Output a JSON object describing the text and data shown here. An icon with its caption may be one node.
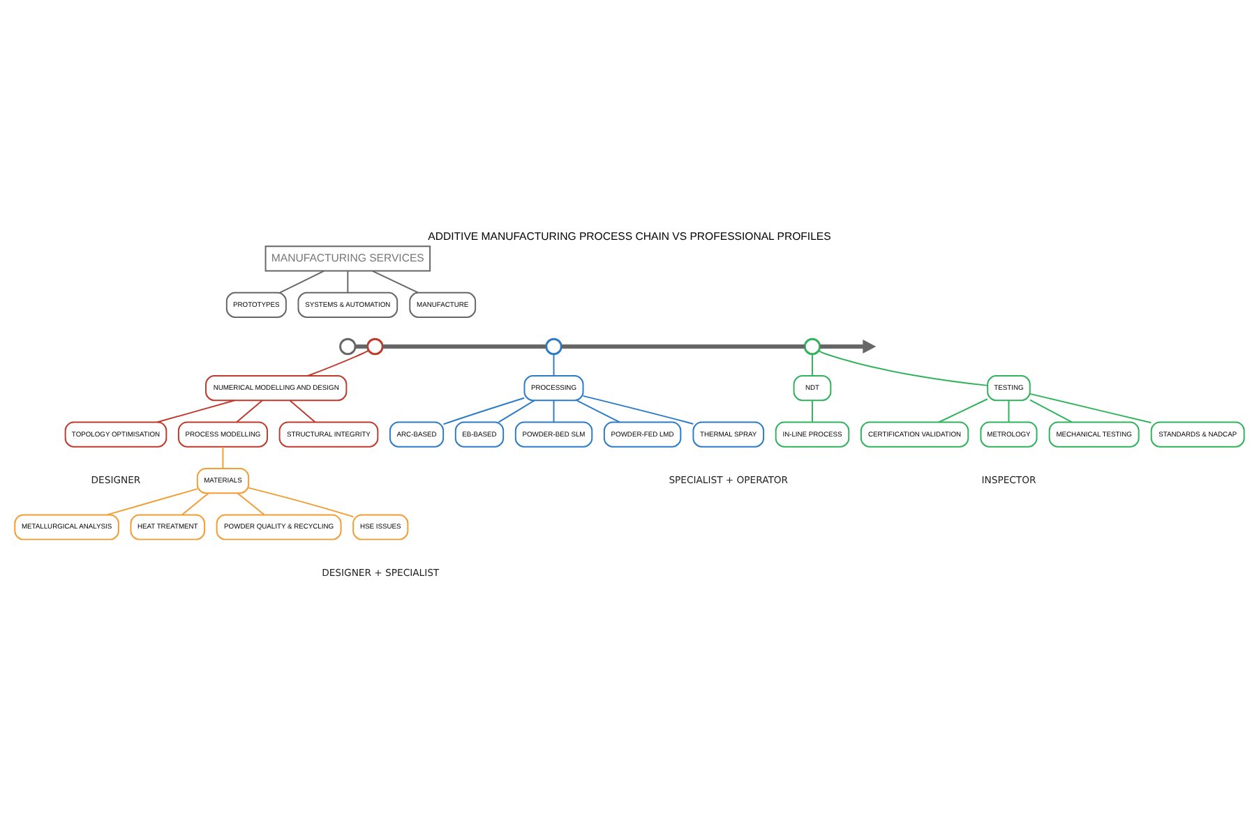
{
  "diagram": {
    "title": "ADDITIVE MANUFACTURING PROCESS CHAIN VS PROFESSIONAL PROFILES",
    "nodes": [
      {
        "text": [
          "MANUFACTURING SERVICES"
        ]
      },
      {
        "text": [
          "PROTOTYPES"
        ]
      },
      {
        "text": [
          "SYSTEMS & AUTOMATION"
        ]
      },
      {
        "text": [
          "MANUFACTURE"
        ]
      },
      {
        "text": [],
        "shape": "circle"
      },
      {
        "text": [],
        "shape": "circle"
      },
      {
        "text": [],
        "shape": "circle"
      },
      {
        "text": [],
        "shape": "circle"
      },
      {
        "text": [
          "NUMERICAL MODELLING AND DESIGN"
        ]
      },
      {
        "text": [
          "TOPOLOGY OPTIMISATION"
        ]
      },
      {
        "text": [
          "PROCESS MODELLING"
        ]
      },
      {
        "text": [
          "STRUCTURAL INTEGRITY"
        ]
      },
      {
        "text": [
          "PROCESSING"
        ]
      },
      {
        "text": [
          "NDT"
        ]
      },
      {
        "text": [
          "TESTING"
        ]
      },
      {
        "text": [
          "IN-LINE PROCESS"
        ]
      },
      {
        "text": [
          "ARC-BASED"
        ]
      },
      {
        "text": [
          "EB-BASED"
        ]
      },
      {
        "text": [
          "POWDER-BED SLM"
        ]
      },
      {
        "text": [
          "POWDER-FED LMD"
        ]
      },
      {
        "text": [
          "THERMAL SPRAY"
        ]
      },
      {
        "text": [
          "CERTIFICATION VALIDATION"
        ]
      },
      {
        "text": [
          "METROLOGY"
        ]
      },
      {
        "text": [
          "MATERIALS"
        ]
      },
      {
        "text": [
          "MECHANICAL TESTING"
        ]
      },
      {
        "text": [
          "STANDARDS & NADCAP"
        ]
      },
      {
        "text": [
          "METALLURGICAL ANALYSIS"
        ]
      },
      {
        "text": [
          "HEAT TREATMENT"
        ]
      },
      {
        "text": [
          "POWDER QUALITY & RECYCLING"
        ]
      },
      {
        "text": [
          "HSE ISSUES"
        ]
      }
    ],
    "edges": [
      {
        "from": 0,
        "to": 1,
        "arrow": "none",
        "color": "#666666"
      },
      {
        "from": 0,
        "to": 2,
        "arrow": "none",
        "color": "#666666"
      },
      {
        "from": 0,
        "to": 3,
        "arrow": "none",
        "color": "#666666"
      },
      {
        "from": 4,
        "to": 5,
        "arrow": "none",
        "style": "thick",
        "color": "#666666"
      },
      {
        "from": 5,
        "to": 6,
        "arrow": "none",
        "style": "thick",
        "color": "#666666"
      },
      {
        "from": 6,
        "to": 7,
        "arrow": "none",
        "style": "thick",
        "color": "#666666"
      },
      {
        "from": 7,
        "to": null,
        "arrow": "to",
        "style": "thick",
        "color": "#666666"
      },
      {
        "from": 5,
        "to": 8,
        "arrow": "none",
        "color": "#c0392b"
      },
      {
        "from": 8,
        "to": 9,
        "arrow": "none",
        "color": "#c0392b"
      },
      {
        "from": 8,
        "to": 10,
        "arrow": "none",
        "color": "#c0392b"
      },
      {
        "from": 8,
        "to": 11,
        "arrow": "none",
        "color": "#c0392b"
      },
      {
        "from": 10,
        "to": 23,
        "arrow": "none",
        "color": "#f39c32"
      },
      {
        "from": 23,
        "to": 26,
        "arrow": "none",
        "color": "#f39c32"
      },
      {
        "from": 23,
        "to": 27,
        "arrow": "none",
        "color": "#f39c32"
      },
      {
        "from": 23,
        "to": 28,
        "arrow": "none",
        "color": "#f39c32"
      },
      {
        "from": 23,
        "to": 29,
        "arrow": "none",
        "color": "#f39c32"
      },
      {
        "from": 6,
        "to": 12,
        "arrow": "none",
        "color": "#2b7bc8"
      },
      {
        "from": 12,
        "to": 16,
        "arrow": "none",
        "color": "#2b7bc8"
      },
      {
        "from": 12,
        "to": 17,
        "arrow": "none",
        "color": "#2b7bc8"
      },
      {
        "from": 12,
        "to": 18,
        "arrow": "none",
        "color": "#2b7bc8"
      },
      {
        "from": 12,
        "to": 19,
        "arrow": "none",
        "color": "#2b7bc8"
      },
      {
        "from": 12,
        "to": 20,
        "arrow": "none",
        "color": "#2b7bc8"
      },
      {
        "from": 7,
        "to": 13,
        "arrow": "none",
        "color": "#2fb35a"
      },
      {
        "from": 7,
        "to": 14,
        "arrow": "none",
        "color": "#2fb35a"
      },
      {
        "from": 13,
        "to": 15,
        "arrow": "none",
        "color": "#2fb35a"
      },
      {
        "from": 14,
        "to": 21,
        "arrow": "none",
        "color": "#2fb35a"
      },
      {
        "from": 14,
        "to": 22,
        "arrow": "none",
        "color": "#2fb35a"
      },
      {
        "from": 14,
        "to": 24,
        "arrow": "none",
        "color": "#2fb35a"
      },
      {
        "from": 14,
        "to": 25,
        "arrow": "none",
        "color": "#2fb35a"
      }
    ],
    "labels": [
      "DESIGNER",
      "SPECIALIST + OPERATOR",
      "INSPECTOR",
      "DESIGNER + SPECIALIST"
    ]
  }
}
